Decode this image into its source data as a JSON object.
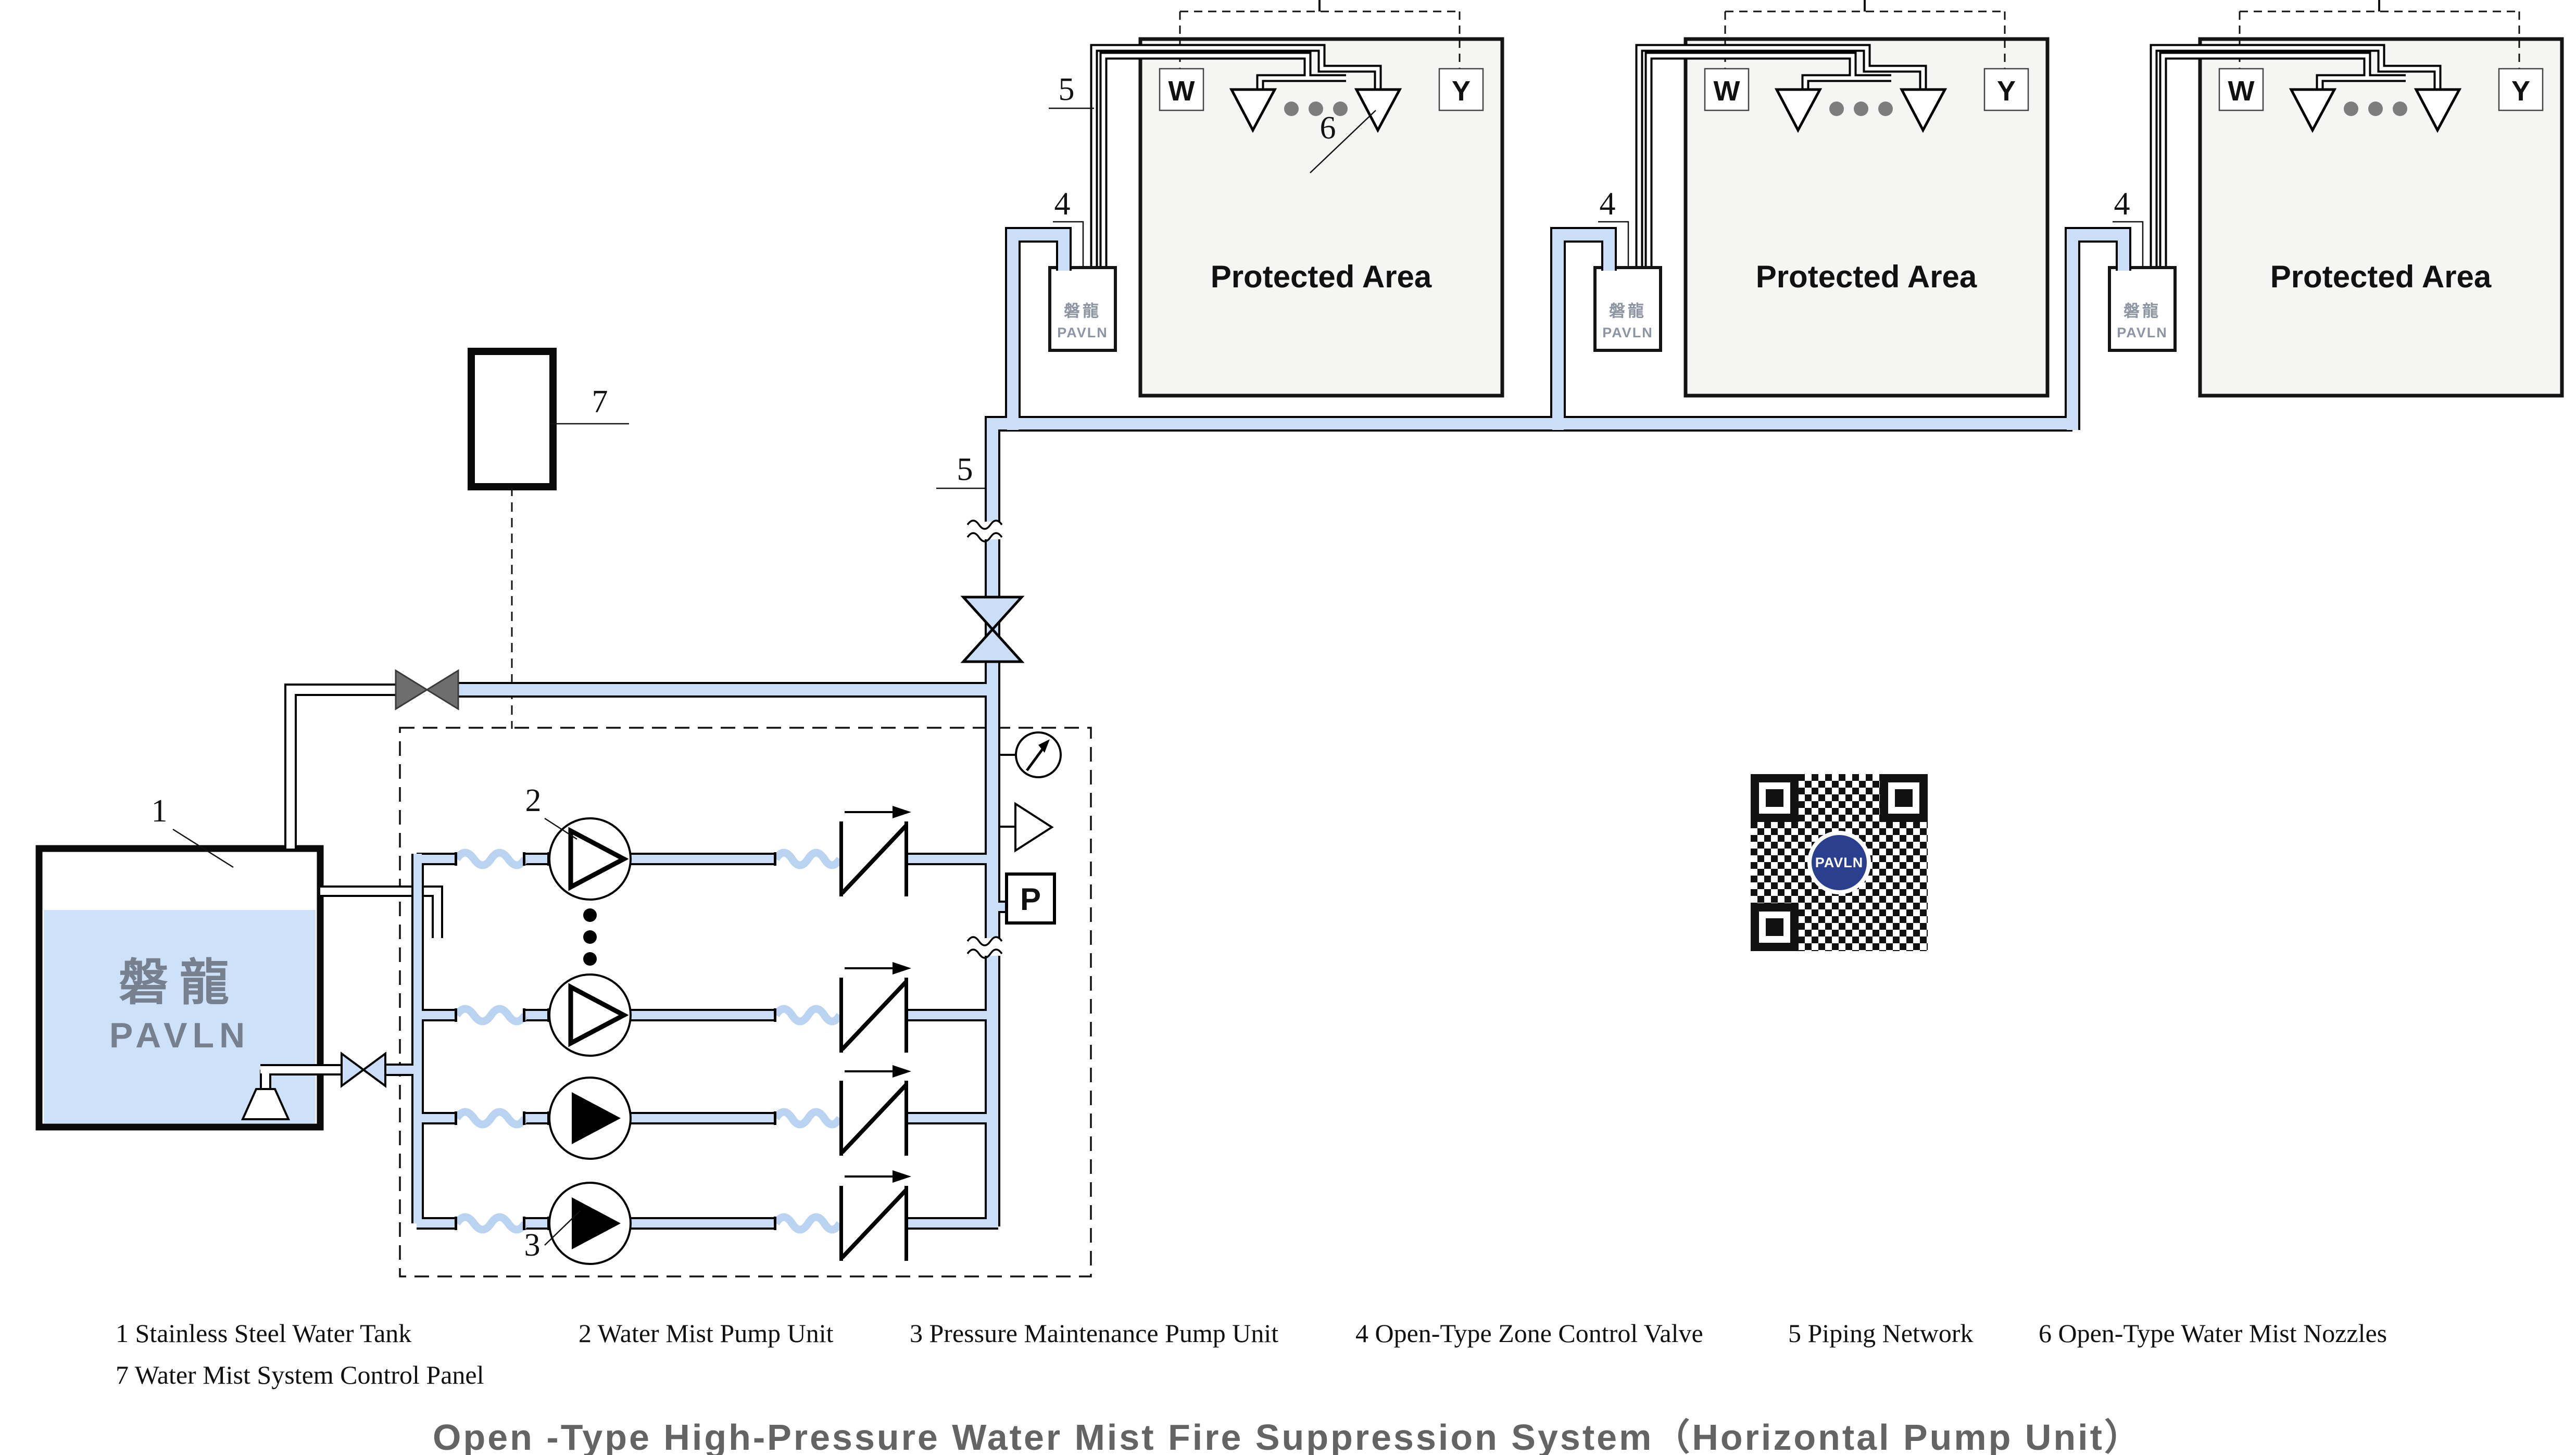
{
  "title": "Open -Type High-Pressure Water Mist Fire Suppression System（Horizontal Pump Unit）",
  "brand": {
    "cn": "磐龍",
    "en": "PAVLN"
  },
  "area": {
    "label": "Protected Area",
    "w": "W",
    "y": "Y"
  },
  "symbols": {
    "pressure_switch": "P"
  },
  "callouts": {
    "c1": "1",
    "c2": "2",
    "c3": "3",
    "c4": "4",
    "c5": "5",
    "c6": "6",
    "c7": "7"
  },
  "legend": {
    "items": [
      "1 Stainless Steel Water Tank",
      "2 Water Mist Pump Unit",
      "3 Pressure Maintenance Pump Unit",
      "4 Open-Type Zone Control Valve",
      "5 Piping Network",
      "6 Open-Type Water Mist Nozzles",
      "7 Water Mist System Control Panel"
    ]
  },
  "colors": {
    "pipe_fill": "#cadef8",
    "hose": "#b9d3f1",
    "water": "#cde1f8",
    "protected_area_fill": "#f5f5f4",
    "gray_valve": "#6e6e6e",
    "logo_gray": "#76808f",
    "qr_navy": "#2a3f8d",
    "title_gray": "#646464",
    "line_black": "#111111"
  }
}
